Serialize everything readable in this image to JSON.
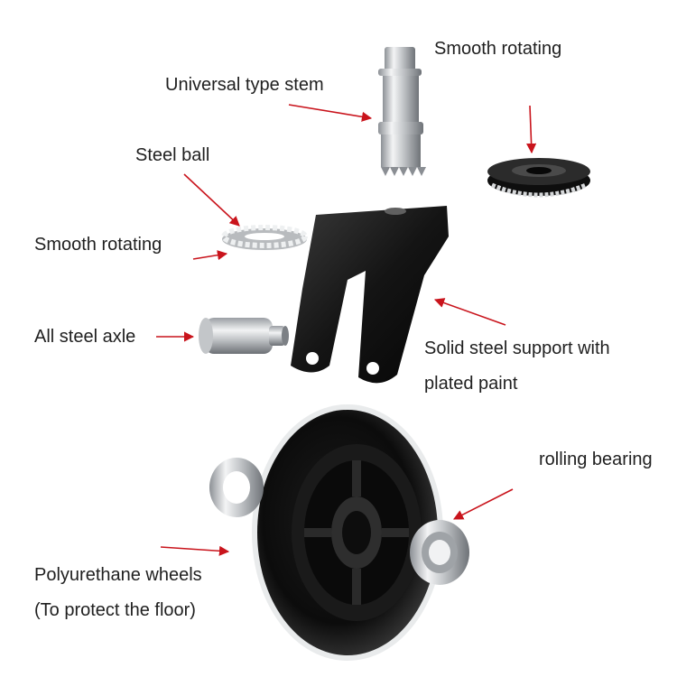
{
  "labels": {
    "smooth_rotating_top": "Smooth rotating",
    "universal_type_stem": "Universal type stem",
    "steel_ball": "Steel ball",
    "smooth_rotating_left": "Smooth rotating",
    "all_steel_axle": "All steel axle",
    "solid_steel_support_line1": "Solid steel support with",
    "solid_steel_support_line2": "plated paint",
    "rolling_bearing": "rolling bearing",
    "polyurethane_wheels_line1": "Polyurethane wheels",
    "polyurethane_wheels_line2": "(To protect the floor)"
  },
  "colors": {
    "arrow": "#c9141c",
    "text": "#1f1f1f",
    "metal_light": "#e4e6e8",
    "metal_dark": "#7a7e83",
    "black_part": "#151515"
  }
}
